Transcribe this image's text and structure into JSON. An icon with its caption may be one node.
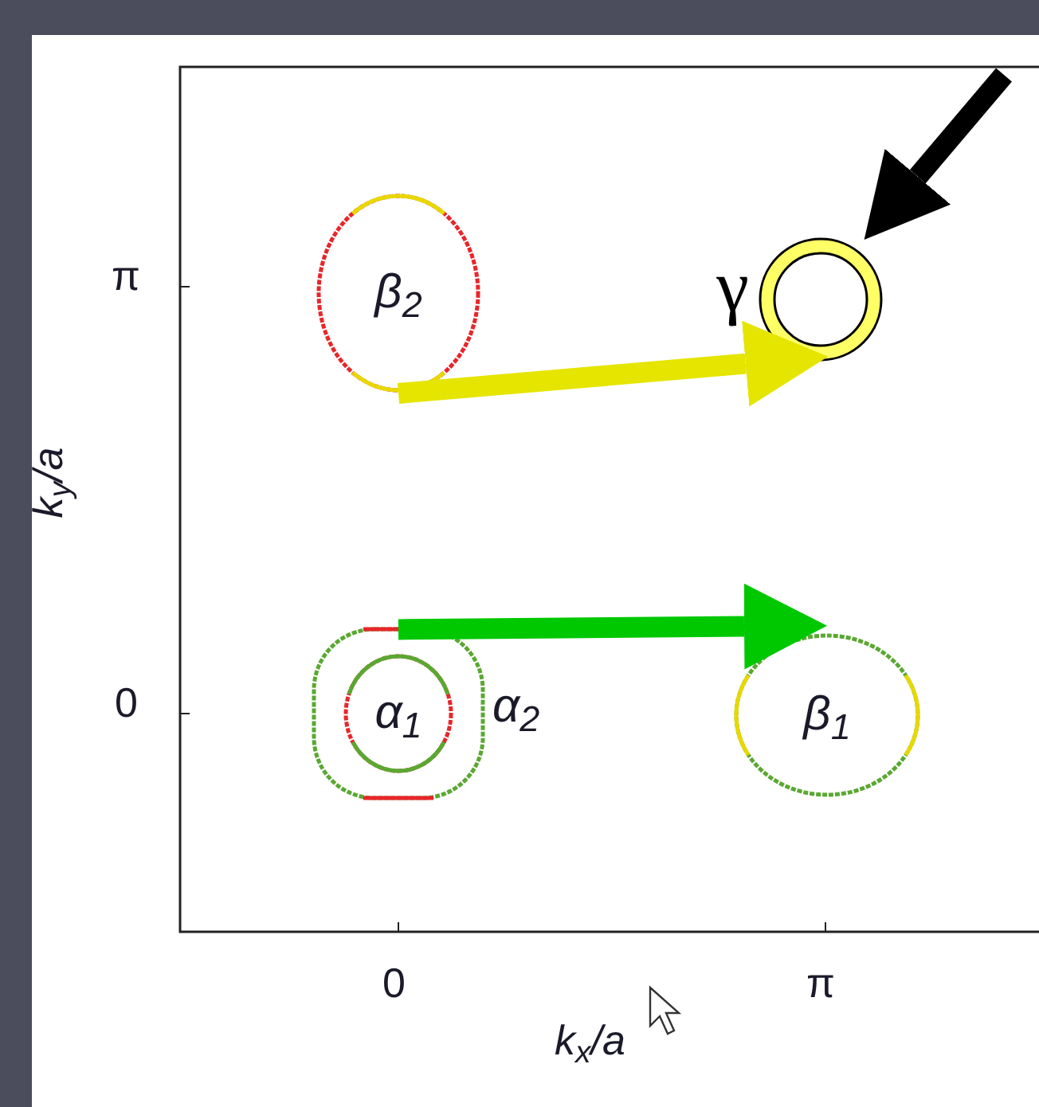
{
  "diagram": {
    "nodes": [
      {
        "text": [
          "β$_{2}$"
        ]
      },
      {
        "text": [
          "γ"
        ]
      },
      {
        "text": [
          "α$_{2}$"
        ]
      },
      {
        "text": [
          "α$_{1}$"
        ],
        "in": 2
      },
      {
        "text": [
          "β$_{1}$"
        ]
      }
    ],
    "edges": [
      {
        "from": 0,
        "to": 1,
        "arrow": "to",
        "color": "#e5e500"
      },
      {
        "from": 2,
        "to": 4,
        "arrow": "to",
        "color": "#00c800"
      },
      {
        "from": null,
        "to": 1,
        "arrow": "to",
        "color": "#000000"
      }
    ],
    "labels": [
      "π",
      "k$_{y}$/a",
      "0",
      "0",
      "π",
      "k$_{x}$/a"
    ]
  }
}
